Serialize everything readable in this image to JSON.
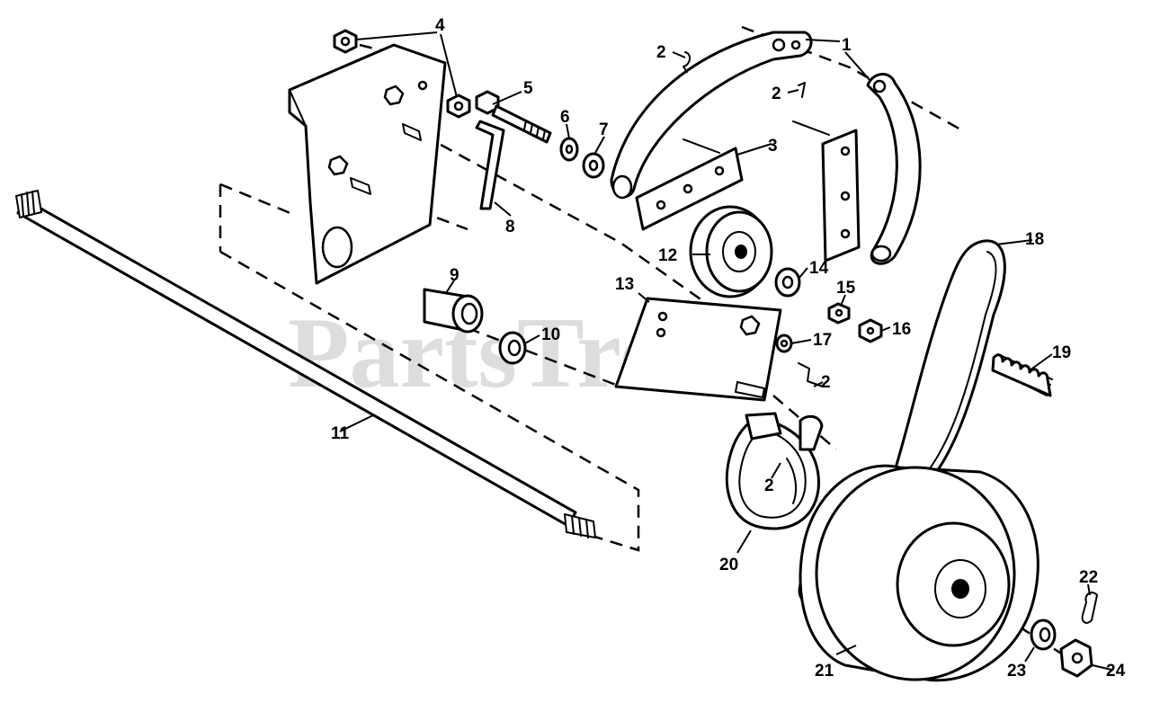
{
  "watermark": "PartsTree",
  "callouts": {
    "c1": "1",
    "c2a": "2",
    "c2b": "2",
    "c2c": "2",
    "c2d": "2",
    "c3": "3",
    "c4": "4",
    "c5": "5",
    "c6": "6",
    "c7": "7",
    "c8": "8",
    "c9": "9",
    "c10": "10",
    "c11": "11",
    "c12": "12",
    "c13": "13",
    "c14": "14",
    "c15": "15",
    "c16": "16",
    "c17": "17",
    "c18": "18",
    "c19": "19",
    "c20": "20",
    "c21": "21",
    "c22": "22",
    "c23": "23",
    "c24": "24"
  }
}
